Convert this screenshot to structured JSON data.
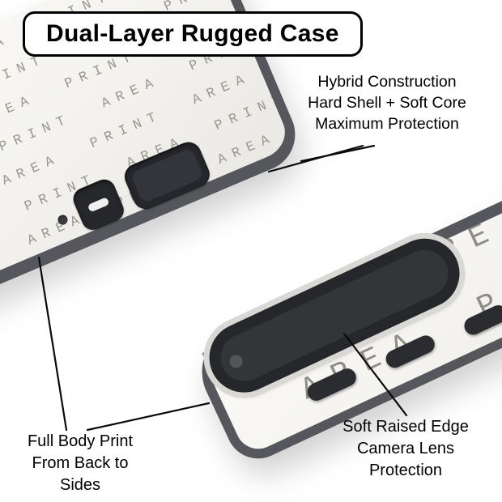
{
  "title": {
    "label": "Dual-Layer Rugged Case"
  },
  "callouts": {
    "hybrid": {
      "lines": [
        "Hybrid Construction",
        "Hard Shell + Soft Core",
        "Maximum Protection"
      ]
    },
    "full_body": {
      "lines": [
        "Full Body Print",
        "From Back to",
        "Sides"
      ]
    },
    "camera": {
      "lines": [
        "Soft Raised Edge",
        "Camera Lens",
        "Protection"
      ]
    }
  },
  "pattern": {
    "row": "PRINT AREA PRINT AREA PRINT AREA PRINT AREA PRINT AREA PRINT AREA PRINT AREA"
  },
  "colors": {
    "ink": "#000000",
    "pattern_text": "#98988f",
    "case_surface": "#f5f4f1",
    "case_rim": "#56575c",
    "camera_cutout": "#26272b",
    "background": "#ffffff"
  }
}
